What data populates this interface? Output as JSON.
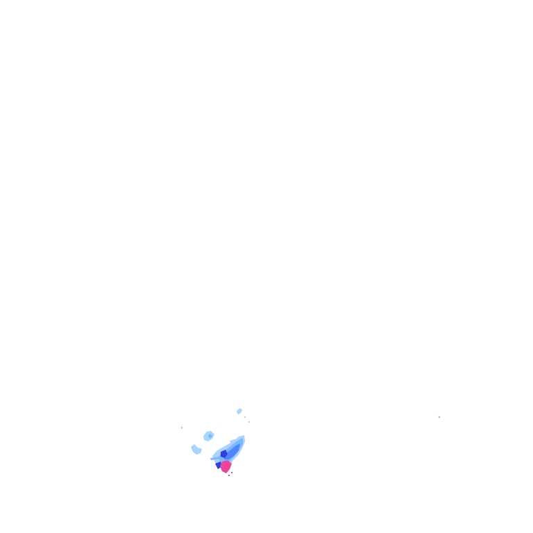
{
  "map": {
    "kind": "weather-radar-overlay",
    "background_color": "#ffffff",
    "precipitation_colors": {
      "light": "#a9d4ff",
      "light_medium": "#7ab8ff",
      "medium": "#4f86ff",
      "heavy": "#2f3fe0",
      "very_heavy": "#e24aa0",
      "extreme": "#ff3a8c"
    },
    "echo_regions": [
      {
        "id": "echo-small-north",
        "intensity": "light"
      },
      {
        "id": "echo-west-speck",
        "intensity": "light"
      },
      {
        "id": "echo-northwest-cell",
        "intensity": "light"
      },
      {
        "id": "echo-west-cell",
        "intensity": "light"
      },
      {
        "id": "echo-main-band",
        "intensity": "medium"
      },
      {
        "id": "echo-core",
        "intensity": "heavy"
      },
      {
        "id": "echo-hail-core",
        "intensity": "extreme"
      },
      {
        "id": "echo-far-east-speck",
        "intensity": "light"
      }
    ]
  }
}
